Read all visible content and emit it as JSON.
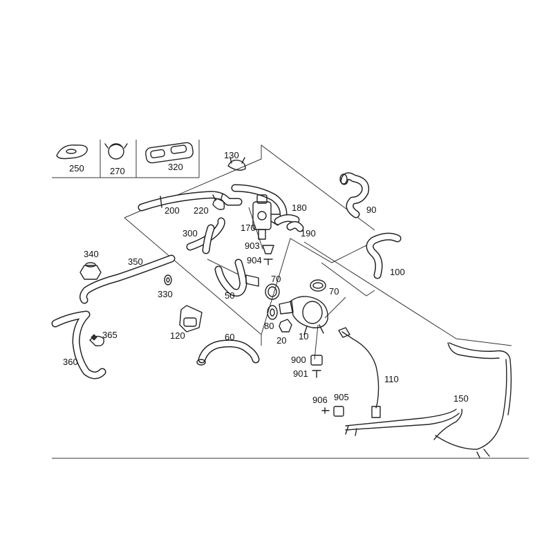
{
  "diagram": {
    "colors": {
      "stroke": "#222222",
      "background": "#ffffff"
    },
    "callouts": {
      "c10": "10",
      "c20": "20",
      "c50": "50",
      "c60": "60",
      "c70a": "70",
      "c70b": "70",
      "c80": "80",
      "c90": "90",
      "c100": "100",
      "c110": "110",
      "c120": "120",
      "c130": "130",
      "c150": "150",
      "c170": "170",
      "c180": "180",
      "c190": "190",
      "c200": "200",
      "c220": "220",
      "c250": "250",
      "c270": "270",
      "c300": "300",
      "c320": "320",
      "c330": "330",
      "c340": "340",
      "c350": "350",
      "c360": "360",
      "c365": "365",
      "c900": "900",
      "c901": "901",
      "c903": "903",
      "c904": "904",
      "c905": "905",
      "c906": "906"
    }
  }
}
